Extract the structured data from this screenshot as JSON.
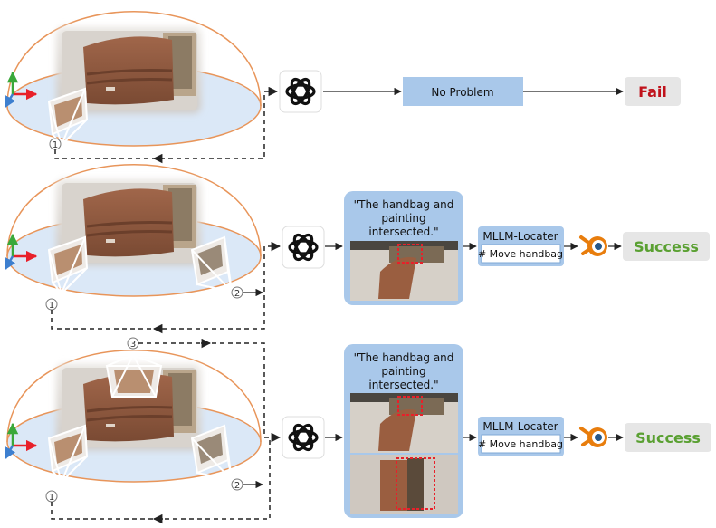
{
  "rows": [
    {
      "camera_numbers": [
        "1"
      ],
      "check_box": "No Problem",
      "result": "Fail",
      "result_color": "#c0121b"
    },
    {
      "camera_numbers": [
        "1",
        "2"
      ],
      "quote": [
        "\"The handbag and",
        "painting",
        "intersected.\""
      ],
      "locater_title": "MLLM-Locater",
      "locater_action": "# Move handbag",
      "result": "Success",
      "result_color": "#5aa032"
    },
    {
      "camera_numbers": [
        "3",
        "1",
        "2"
      ],
      "quote": [
        "\"The handbag and",
        "painting",
        "intersected.\""
      ],
      "locater_title": "MLLM-Locater",
      "locater_action": "# Move handbag",
      "result": "Success",
      "result_color": "#5aa032"
    }
  ],
  "colors": {
    "dome_line": "#e8955a",
    "dome_fill": "#dbe8f7",
    "box_fill": "#a9c8ea",
    "panel_fill": "#a9c8ea",
    "result_fill": "#e6e6e6",
    "axis_x": "#e8202a",
    "axis_y": "#3aa83a",
    "axis_z": "#3d7fcf"
  },
  "icons": {
    "mllm": "openai-logo-icon",
    "renderer": "blender-logo-icon"
  }
}
